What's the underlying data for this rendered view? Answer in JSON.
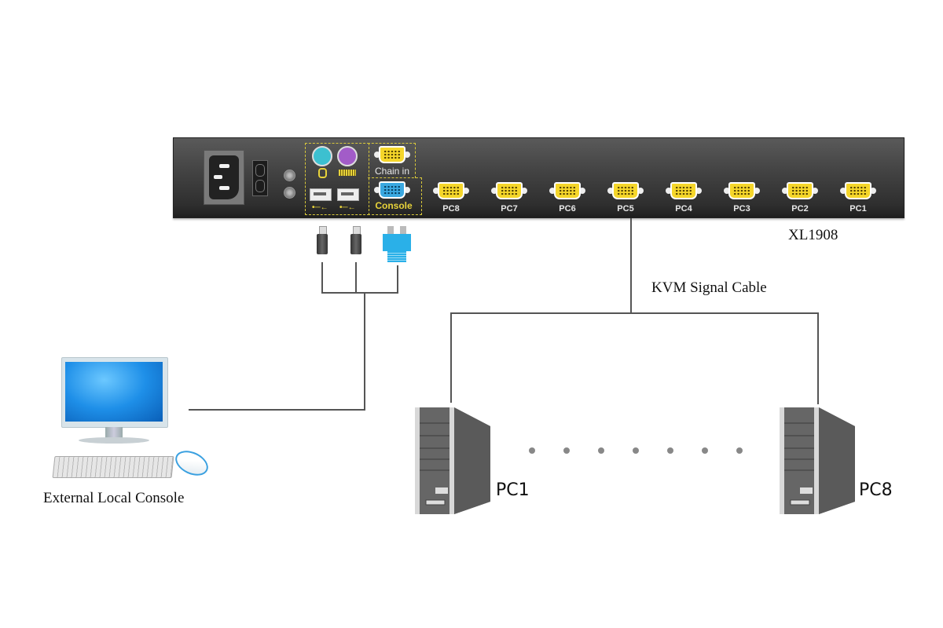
{
  "device": {
    "model": "XL1908",
    "console_ports": {
      "chain_in_label": "Chain in",
      "console_label": "Console",
      "usb_symbol": "•─←",
      "ps2_mouse_color": "#3cc0d0",
      "ps2_keyboard_color": "#a25cc8"
    },
    "pc_ports": [
      "PC8",
      "PC7",
      "PC6",
      "PC5",
      "PC4",
      "PC3",
      "PC2",
      "PC1"
    ],
    "port_color": "#f5d62a",
    "console_port_color": "#3aa8e0"
  },
  "cable_label": "KVM Signal Cable",
  "local_console": {
    "label": "External Local Console",
    "screen_color": "#1e8fe8"
  },
  "computers": [
    {
      "label": "PC1"
    },
    {
      "label": "PC8"
    }
  ],
  "ellipsis_dots": 7
}
